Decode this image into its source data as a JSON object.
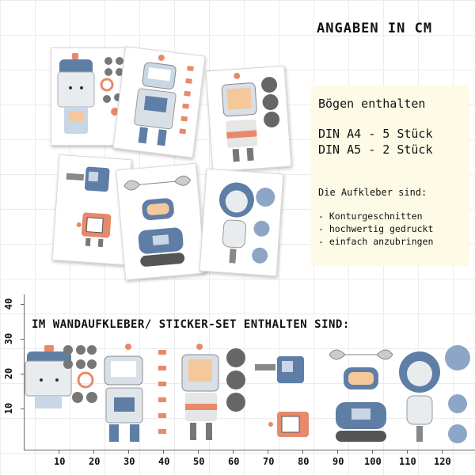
{
  "header": {
    "title": "ANGABEN IN CM"
  },
  "info": {
    "heading": "Bögen enthalten",
    "sizes": [
      "DIN A4 - 5 Stück",
      "DIN A5 - 2 Stück"
    ],
    "features_heading": "Die Aufkleber sind:",
    "features": [
      "- Konturgeschnitten",
      "- hochwertig gedruckt",
      "- einfach anzubringen"
    ]
  },
  "set_title": "IM WANDAUFKLEBER/ STICKER-SET ENTHALTEN SIND:",
  "ruler": {
    "vertical": [
      "40",
      "30",
      "20",
      "10"
    ],
    "horizontal": [
      "10",
      "20",
      "30",
      "40",
      "50",
      "60",
      "70",
      "80",
      "90",
      "100",
      "110",
      "120"
    ]
  },
  "colors": {
    "robot_blue": "#5f7ea6",
    "robot_light": "#c9d6e6",
    "accent_orange": "#e8896a",
    "gear_gray": "#6b6b6b",
    "gear_blue": "#8ea6c6",
    "info_bg": "#fdfae6"
  }
}
